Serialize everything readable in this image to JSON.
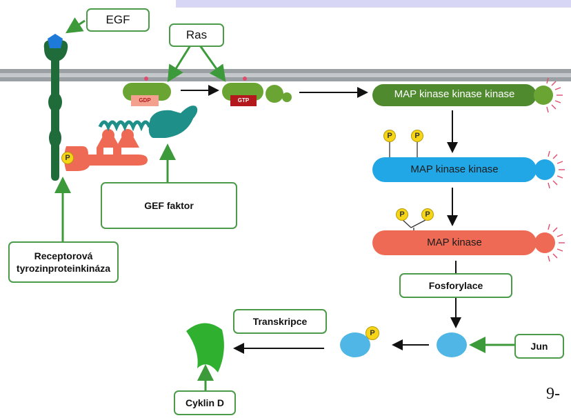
{
  "labels": {
    "egf": "EGF",
    "ras": "Ras",
    "gdp": "GDP",
    "gtp": "GTP",
    "mapkkk": "MAP kinase kinase kinase",
    "mapkk": "MAP kinase kinase",
    "mapk": "MAP kinase",
    "gef": "GEF faktor",
    "receptor_line1": "Receptorová",
    "receptor_line2": "tyrozinproteinkináza",
    "fosforylace": "Fosforylace",
    "transkripce": "Transkripce",
    "jun": "Jun",
    "cyklin": "Cyklin D",
    "phospho": "P",
    "slide_number": "9-"
  },
  "colors": {
    "receptor": "#1f6b3a",
    "egf": "#1e7ad8",
    "ras": "#6aa534",
    "mapkkk": "#4f8a2f",
    "mapkk": "#22a7e6",
    "mapk": "#ef6a55",
    "gef": "#1f8f8a",
    "adaptor": "#ef6a55",
    "arrow_green": "#3c9a3a",
    "membrane": "#9aa0a3",
    "header_band": "#d7d7f5",
    "cyklin": "#2fb12f",
    "jun": "#4fb6e6"
  }
}
